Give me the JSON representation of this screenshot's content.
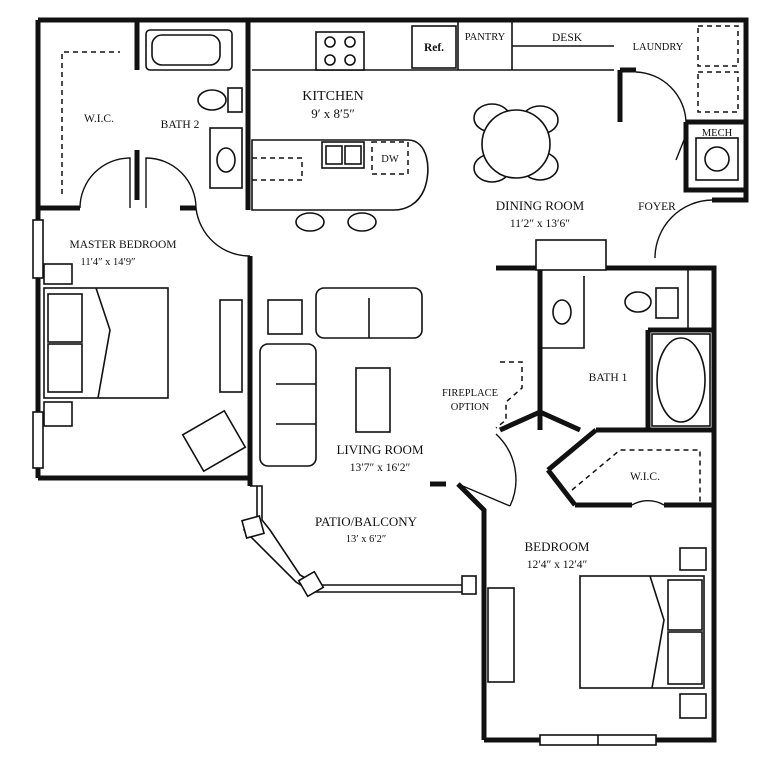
{
  "plan": {
    "rooms": {
      "wic_master": "W.I.C.",
      "bath2": "BATH 2",
      "kitchen": "KITCHEN",
      "kitchen_dim": "9′ x 8′5″",
      "pantry": "PANTRY",
      "desk": "DESK",
      "laundry": "LAUNDRY",
      "ref": "Ref.",
      "dw": "DW",
      "mech": "MECH",
      "dining": "DINING ROOM",
      "dining_dim": "11′2″ x 13′6″",
      "foyer": "FOYER",
      "master": "MASTER BEDROOM",
      "master_dim": "11′4″ x 14′9″",
      "bath1": "BATH 1",
      "fireplace_1": "FIREPLACE",
      "fireplace_2": "OPTION",
      "living": "LIVING ROOM",
      "living_dim": "13′7″ x 16′2″",
      "wic_bed": "W.I.C.",
      "patio": "PATIO/BALCONY",
      "patio_dim": "13′ x 6′2″",
      "bedroom": "BEDROOM",
      "bedroom_dim": "12′4″ x 12′4″"
    }
  }
}
